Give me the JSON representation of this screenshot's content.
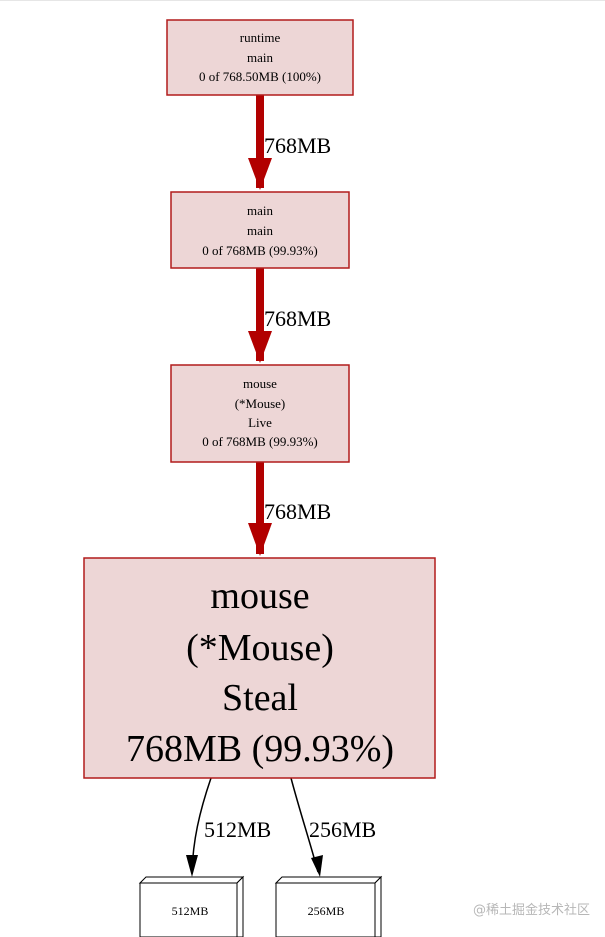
{
  "graph": {
    "colors": {
      "node_fill": "#edd6d6",
      "node_border": "#b21c1c",
      "hot_edge": "#b20000",
      "cold_edge": "#000000",
      "leaf_fill": "#ffffff",
      "leaf_border": "#000000"
    },
    "nodes": {
      "runtime_main": {
        "lines": [
          "runtime",
          "main",
          "0 of 768.50MB (100%)"
        ]
      },
      "main_main": {
        "lines": [
          "main",
          "main",
          "0 of 768MB (99.93%)"
        ]
      },
      "mouse_live": {
        "lines": [
          "mouse",
          "(*Mouse)",
          "Live",
          "0 of 768MB (99.93%)"
        ]
      },
      "mouse_steal": {
        "lines": [
          "mouse",
          "(*Mouse)",
          "Steal",
          "768MB (99.93%)"
        ]
      },
      "leaf_512": {
        "label": "512MB"
      },
      "leaf_256": {
        "label": "256MB"
      }
    },
    "edges": {
      "runtime_to_main": {
        "label": "768MB"
      },
      "main_to_live": {
        "label": "768MB"
      },
      "live_to_steal": {
        "label": "768MB"
      },
      "steal_to_512": {
        "label": "512MB"
      },
      "steal_to_256": {
        "label": "256MB"
      }
    },
    "watermark": "@稀土掘金技术社区"
  }
}
